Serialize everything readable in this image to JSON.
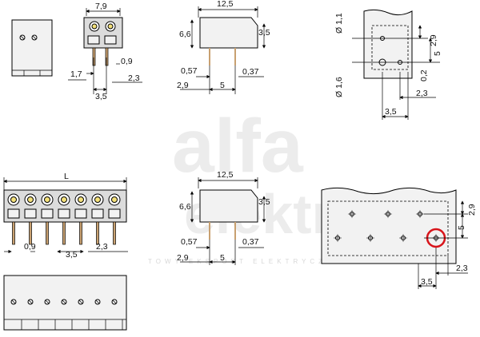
{
  "watermark": {
    "brand_top": "alfa",
    "brand_bottom": "elektro",
    "tagline": "TOWY EKSPORT ELEKTRYCZNY"
  },
  "views": {
    "front_single": {
      "w": "7,9",
      "a": "1,7",
      "pitch": "3,5",
      "pin": "0,9",
      "b": "2,3"
    },
    "side_single": {
      "len": "12,5",
      "h1": "6,6",
      "h2": "3,5",
      "a": "0,57",
      "b": "2,9",
      "c": "5",
      "d": "0,37"
    },
    "pcb_single": {
      "d1": "Ø 1,1",
      "d2": "Ø 1,6",
      "y1": "2,9",
      "y2": "5",
      "y3": "0,2",
      "x1": "2,3",
      "x2": "3,5"
    },
    "front_multi": {
      "len": "L",
      "pin": "0,9",
      "pitch": "3,5",
      "b": "2,3"
    },
    "side_multi": {
      "len": "12,5",
      "h1": "6,6",
      "h2": "3,5",
      "a": "0,57",
      "b": "2,9",
      "c": "5",
      "d": "0,37"
    },
    "pcb_multi": {
      "y1": "2,9",
      "y2": "5",
      "x1": "2,3",
      "x2": "3,5"
    }
  },
  "colors": {
    "line": "#000000",
    "highlight": "#d8141b",
    "body": "#dcdcdc",
    "latch": "#f4e17a"
  }
}
